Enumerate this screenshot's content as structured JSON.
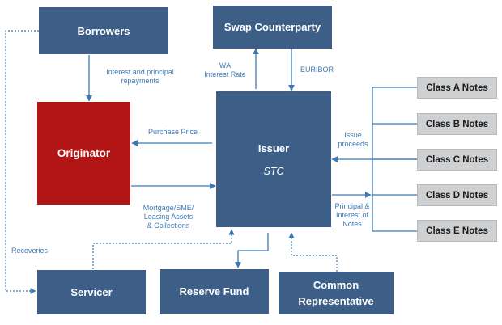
{
  "colors": {
    "box_navy": "#3d5f87",
    "box_red": "#b21516",
    "note_grey": "#cfd0d2",
    "arrow_blue": "#3d79b3",
    "label_blue": "#3d79b3"
  },
  "nodes": {
    "borrowers": "Borrowers",
    "swap_counterparty": "Swap Counterparty",
    "originator": "Originator",
    "issuer": "Issuer",
    "issuer_sub": "STC",
    "servicer": "Servicer",
    "reserve_fund": "Reserve Fund",
    "common_representative_line1": "Common",
    "common_representative_line2": "Representative"
  },
  "notes": [
    "Class A Notes",
    "Class B Notes",
    "Class C Notes",
    "Class D Notes",
    "Class E Notes"
  ],
  "labels": {
    "interest_principal_1": "Interest and principal",
    "interest_principal_2": "repayments",
    "wa_1": "WA",
    "wa_2": "Interest Rate",
    "euribor": "EURIBOR",
    "purchase_price": "Purchase Price",
    "issue_proceeds_1": "Issue",
    "issue_proceeds_2": "proceeds",
    "mortgage_1": "Mortgage/SME/",
    "mortgage_2": "Leasing Assets",
    "mortgage_3": "& Collections",
    "principal_interest_1": "Principal &",
    "principal_interest_2": "Interest of",
    "principal_interest_3": "Notes",
    "recoveries": "Recoveries"
  }
}
